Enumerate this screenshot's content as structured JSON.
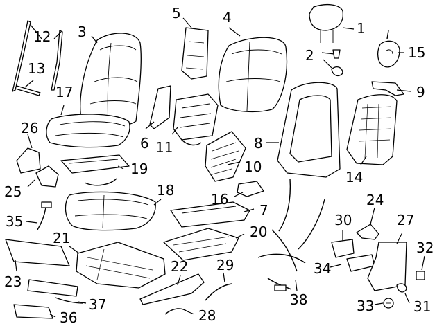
{
  "callouts": {
    "c1": "1",
    "c2": "2",
    "c3": "3",
    "c4": "4",
    "c5": "5",
    "c6": "6",
    "c7": "7",
    "c8": "8",
    "c9": "9",
    "c10": "10",
    "c11": "11",
    "c12": "12",
    "c13": "13",
    "c14": "14",
    "c15": "15",
    "c16": "16",
    "c17": "17",
    "c18": "18",
    "c19": "19",
    "c20": "20",
    "c21": "21",
    "c22": "22",
    "c23": "23",
    "c24": "24",
    "c25": "25",
    "c26": "26",
    "c27": "27",
    "c28": "28",
    "c29": "29",
    "c30": "30",
    "c31": "31",
    "c32": "32",
    "c33": "33",
    "c34": "34",
    "c35": "35",
    "c36": "36",
    "c37": "37",
    "c38": "38"
  }
}
